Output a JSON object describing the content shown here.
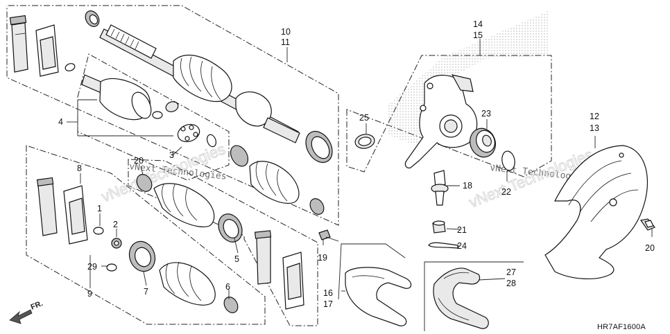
{
  "diagram_code": "HR7AF1600A",
  "direction_arrow": {
    "label": "FR."
  },
  "watermark": {
    "text": "vNext Technologies"
  },
  "callouts": {
    "c1": "1",
    "c2": "2",
    "c3": "3",
    "c4": "4",
    "c5": "5",
    "c6": "6",
    "c7": "7",
    "c8": "8",
    "c9": "9",
    "c10": "10",
    "c11": "11",
    "c12": "12",
    "c13": "13",
    "c14": "14",
    "c15": "15",
    "c16": "16",
    "c17": "17",
    "c18": "18",
    "c19": "19",
    "c20a": "20",
    "c20b": "20",
    "c21": "21",
    "c22": "22",
    "c23": "23",
    "c24": "24",
    "c25": "25",
    "c27": "27",
    "c28": "28",
    "c29": "29"
  },
  "parts": [
    "grease-tube-icon",
    "grease-pack-icon",
    "snap-ring-icon",
    "drive-shaft-icon",
    "outboard-joint-icon",
    "inboard-joint-icon",
    "boot-icon",
    "boot-band-icon",
    "knuckle-icon",
    "wheel-bearing-icon",
    "ball-joint-icon",
    "castle-nut-icon",
    "cotter-pin-icon",
    "splash-guard-icon",
    "bolt-icon",
    "guard-plate-icon",
    "skid-plate-icon"
  ]
}
